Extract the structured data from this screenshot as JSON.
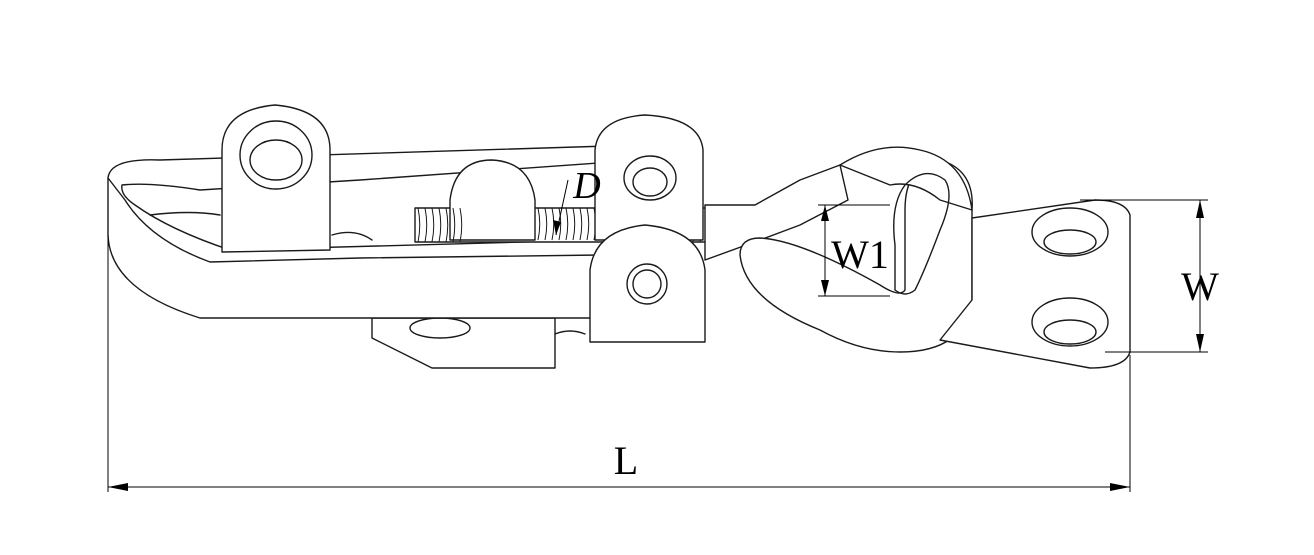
{
  "labels": {
    "length": "L",
    "width": "W",
    "hook_width": "W1",
    "thread_diameter": "D"
  }
}
